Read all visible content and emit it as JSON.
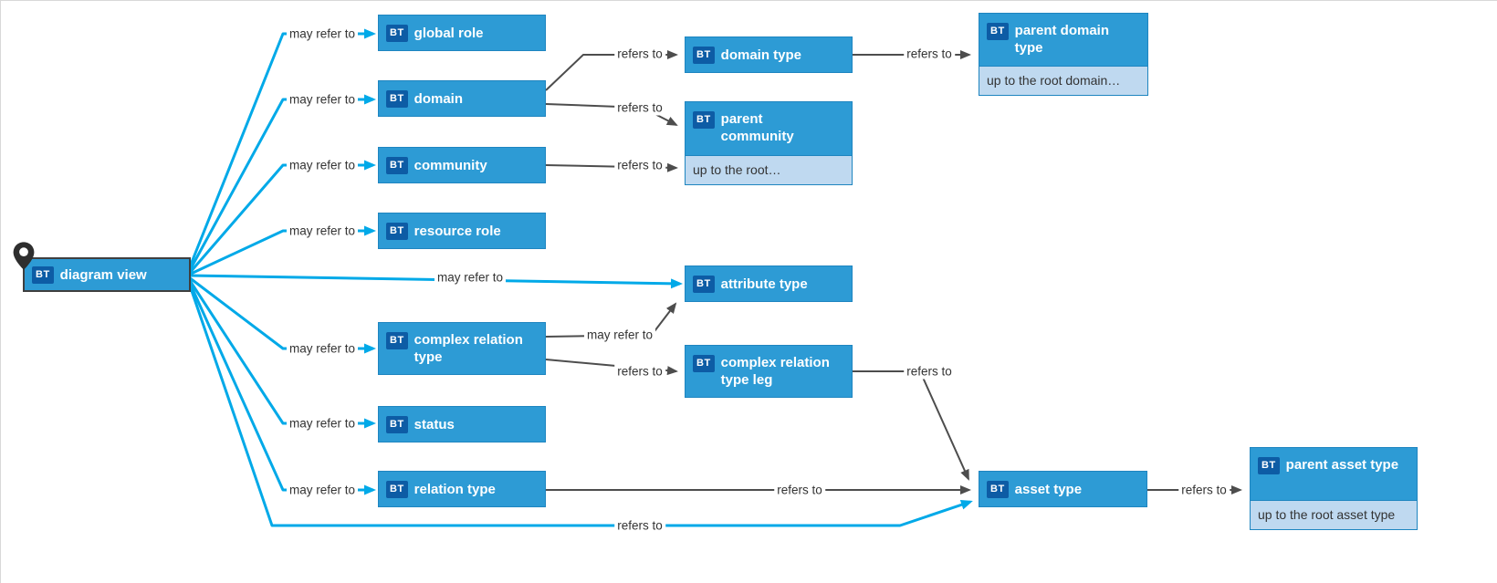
{
  "colors": {
    "node_fill": "#2D9BD5",
    "node_border": "#1E85C0",
    "badge_fill": "#0D5CA5",
    "sublabel_fill": "#BFD9F0",
    "edge_accent_cyan": "#00A9E8",
    "edge_gray": "#4D4D4D"
  },
  "badge_label": "BT",
  "root": {
    "label": "diagram view"
  },
  "nodes": [
    {
      "label": "global role"
    },
    {
      "label": "domain"
    },
    {
      "label": "community"
    },
    {
      "label": "resource role"
    },
    {
      "label": "attribute type"
    },
    {
      "label": "complex relation type"
    },
    {
      "label": "status"
    },
    {
      "label": "relation type"
    },
    {
      "label": "domain type"
    },
    {
      "label": "parent community",
      "sublabel": "up to the root…"
    },
    {
      "label": "parent domain type",
      "sublabel": "up to the root domain…"
    },
    {
      "label": "complex relation type leg"
    },
    {
      "label": "asset type"
    },
    {
      "label": "parent asset type",
      "sublabel": "up to the root asset type"
    }
  ],
  "edges": [
    {
      "from": "diagram view",
      "to": "global role",
      "label": "may refer to"
    },
    {
      "from": "diagram view",
      "to": "domain",
      "label": "may refer to"
    },
    {
      "from": "diagram view",
      "to": "community",
      "label": "may refer to"
    },
    {
      "from": "diagram view",
      "to": "resource role",
      "label": "may refer to"
    },
    {
      "from": "diagram view",
      "to": "attribute type",
      "label": "may refer to"
    },
    {
      "from": "diagram view",
      "to": "complex relation type",
      "label": "may refer to"
    },
    {
      "from": "diagram view",
      "to": "status",
      "label": "may refer to"
    },
    {
      "from": "diagram view",
      "to": "relation type",
      "label": "may refer to"
    },
    {
      "from": "diagram view",
      "to": "asset type",
      "label": "refers to"
    },
    {
      "from": "domain",
      "to": "domain type",
      "label": "refers to"
    },
    {
      "from": "domain",
      "to": "parent community",
      "label": "refers to"
    },
    {
      "from": "community",
      "to": "parent community",
      "label": "refers to"
    },
    {
      "from": "domain type",
      "to": "parent domain type",
      "label": "refers to"
    },
    {
      "from": "complex relation type",
      "to": "attribute type",
      "label": "may refer to"
    },
    {
      "from": "complex relation type",
      "to": "complex relation type leg",
      "label": "refers to"
    },
    {
      "from": "complex relation type leg",
      "to": "asset type",
      "label": "refers to"
    },
    {
      "from": "relation type",
      "to": "asset type",
      "label": "refers to"
    },
    {
      "from": "asset type",
      "to": "parent asset type",
      "label": "refers to"
    }
  ]
}
